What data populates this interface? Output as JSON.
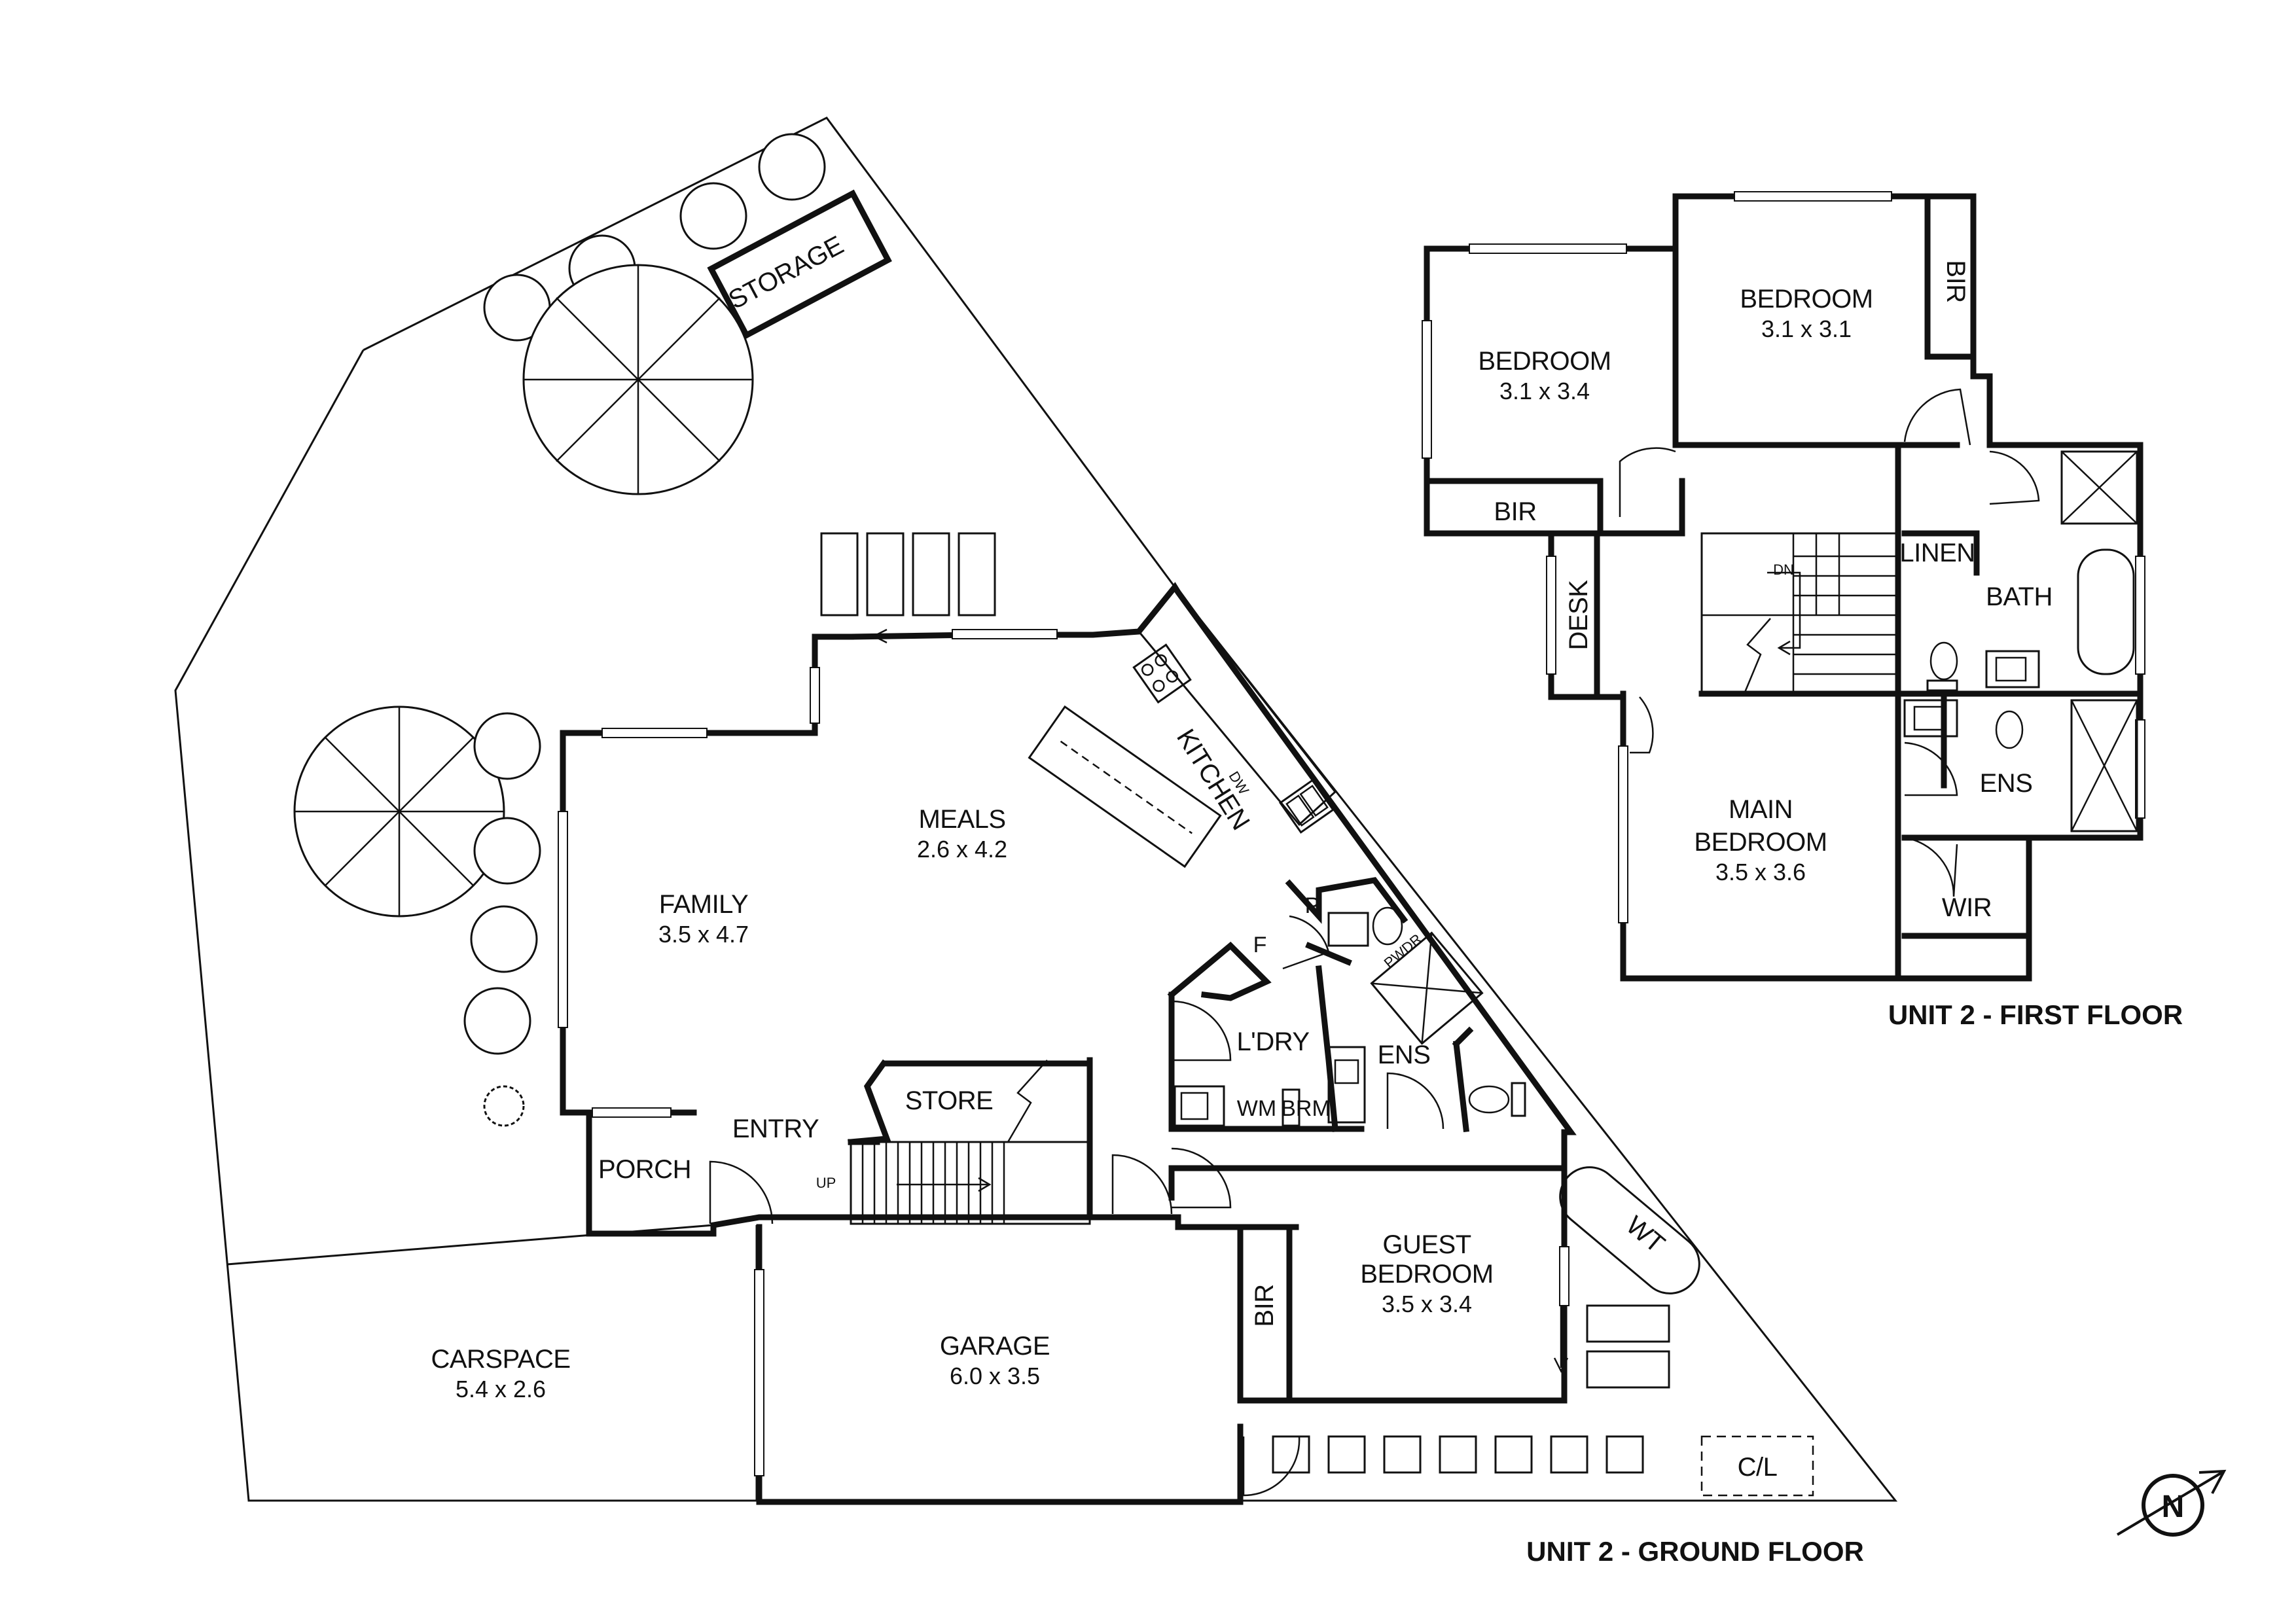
{
  "ground_floor": {
    "caption": "UNIT 2 - GROUND FLOOR",
    "rooms": {
      "storage": {
        "name": "STORAGE"
      },
      "meals": {
        "name": "MEALS",
        "dim": "2.6 x 4.2"
      },
      "kitchen": {
        "name": "KITCHEN"
      },
      "dw": {
        "name": "DW"
      },
      "family": {
        "name": "FAMILY",
        "dim": "3.5 x 4.7"
      },
      "pantry": {
        "name": "P"
      },
      "fridge": {
        "name": "F"
      },
      "pwdr": {
        "name": "PWDR"
      },
      "laundry": {
        "name": "L'DRY"
      },
      "ens": {
        "name": "ENS"
      },
      "store": {
        "name": "STORE"
      },
      "entry": {
        "name": "ENTRY"
      },
      "porch": {
        "name": "PORCH"
      },
      "up": {
        "name": "UP"
      },
      "wm": {
        "name": "WM"
      },
      "brm": {
        "name": "BRM"
      },
      "guest_bedroom": {
        "name_1": "GUEST",
        "name_2": "BEDROOM",
        "dim": "3.5 x 3.4"
      },
      "bir": {
        "name": "BIR"
      },
      "wt": {
        "name": "WT"
      },
      "carspace": {
        "name": "CARSPACE",
        "dim": "5.4 x 2.6"
      },
      "garage": {
        "name": "GARAGE",
        "dim": "6.0 x 3.5"
      },
      "cl": {
        "name": "C/L"
      }
    }
  },
  "first_floor": {
    "caption": "UNIT 2 - FIRST FLOOR",
    "rooms": {
      "bedroom_1": {
        "name": "BEDROOM",
        "dim": "3.1 x 3.4"
      },
      "bedroom_2": {
        "name": "BEDROOM",
        "dim": "3.1 x 3.1"
      },
      "bir_1": {
        "name": "BIR"
      },
      "bir_2": {
        "name": "BIR"
      },
      "desk": {
        "name": "DESK"
      },
      "dn": {
        "name": "DN"
      },
      "linen": {
        "name": "LINEN"
      },
      "bath": {
        "name": "BATH"
      },
      "ens": {
        "name": "ENS"
      },
      "main_bedroom": {
        "name_1": "MAIN",
        "name_2": "BEDROOM",
        "dim": "3.5 x 3.6"
      },
      "wir": {
        "name": "WIR"
      }
    }
  },
  "compass": {
    "label": "N",
    "icon": "north-arrow-icon"
  }
}
